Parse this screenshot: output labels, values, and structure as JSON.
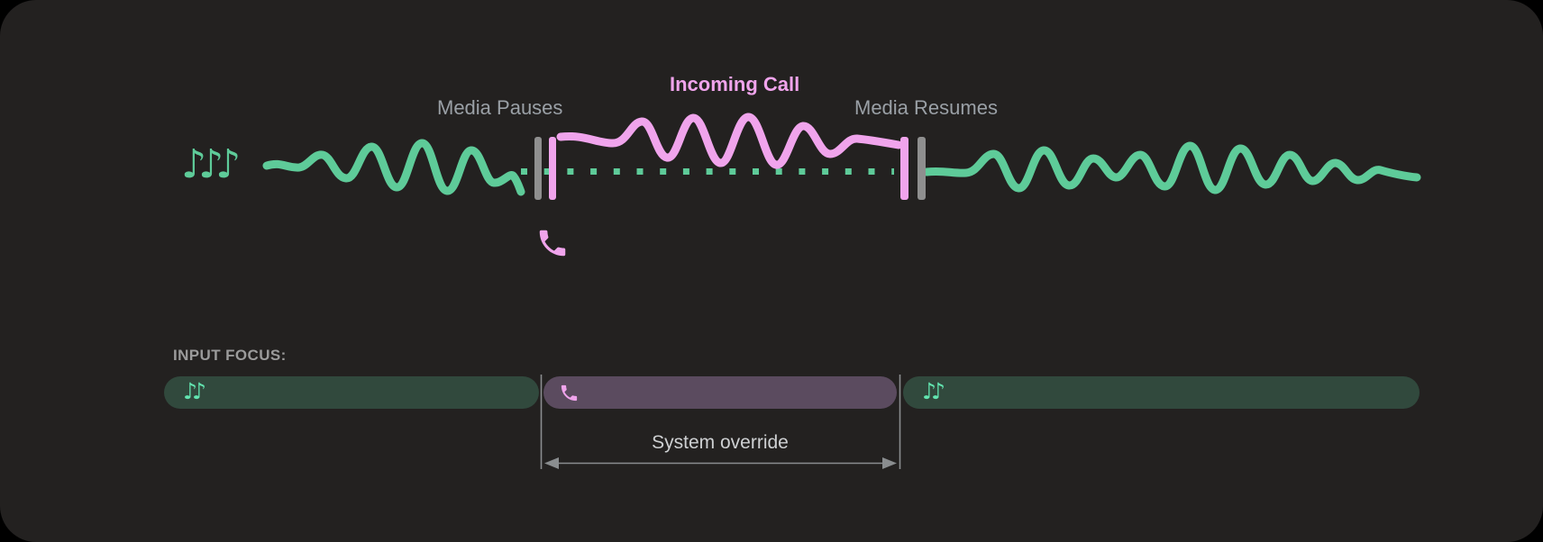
{
  "timeline": {
    "media_pauses": "Media Pauses",
    "incoming_call": "Incoming Call",
    "media_resumes": "Media Resumes"
  },
  "input_focus": {
    "heading": "INPUT FOCUS:",
    "segments": [
      {
        "type": "media",
        "icon": "music-notes"
      },
      {
        "type": "call",
        "icon": "phone"
      },
      {
        "type": "media",
        "icon": "music-notes"
      }
    ],
    "override_label": "System override"
  },
  "icons": {
    "media_notes_glyph": "♪♪♪",
    "focus_notes_glyph": "♪♪",
    "phone_icon": "call-handset"
  },
  "colors": {
    "page-bg": "#000000",
    "panel-bg": "#232120",
    "media-green": "#5ecb99",
    "media-green-bright": "#62e5b0",
    "call-pink": "#f0a4ec",
    "bar-gray": "#8f8f8f",
    "label-gray": "#9aa0a6",
    "heading-gray": "#9b9b9b",
    "focus-media-bg": "#31493d",
    "focus-call-bg": "#5b4b5f",
    "annotation-gray": "#8a8d8f",
    "override-text": "#ced0d2"
  }
}
